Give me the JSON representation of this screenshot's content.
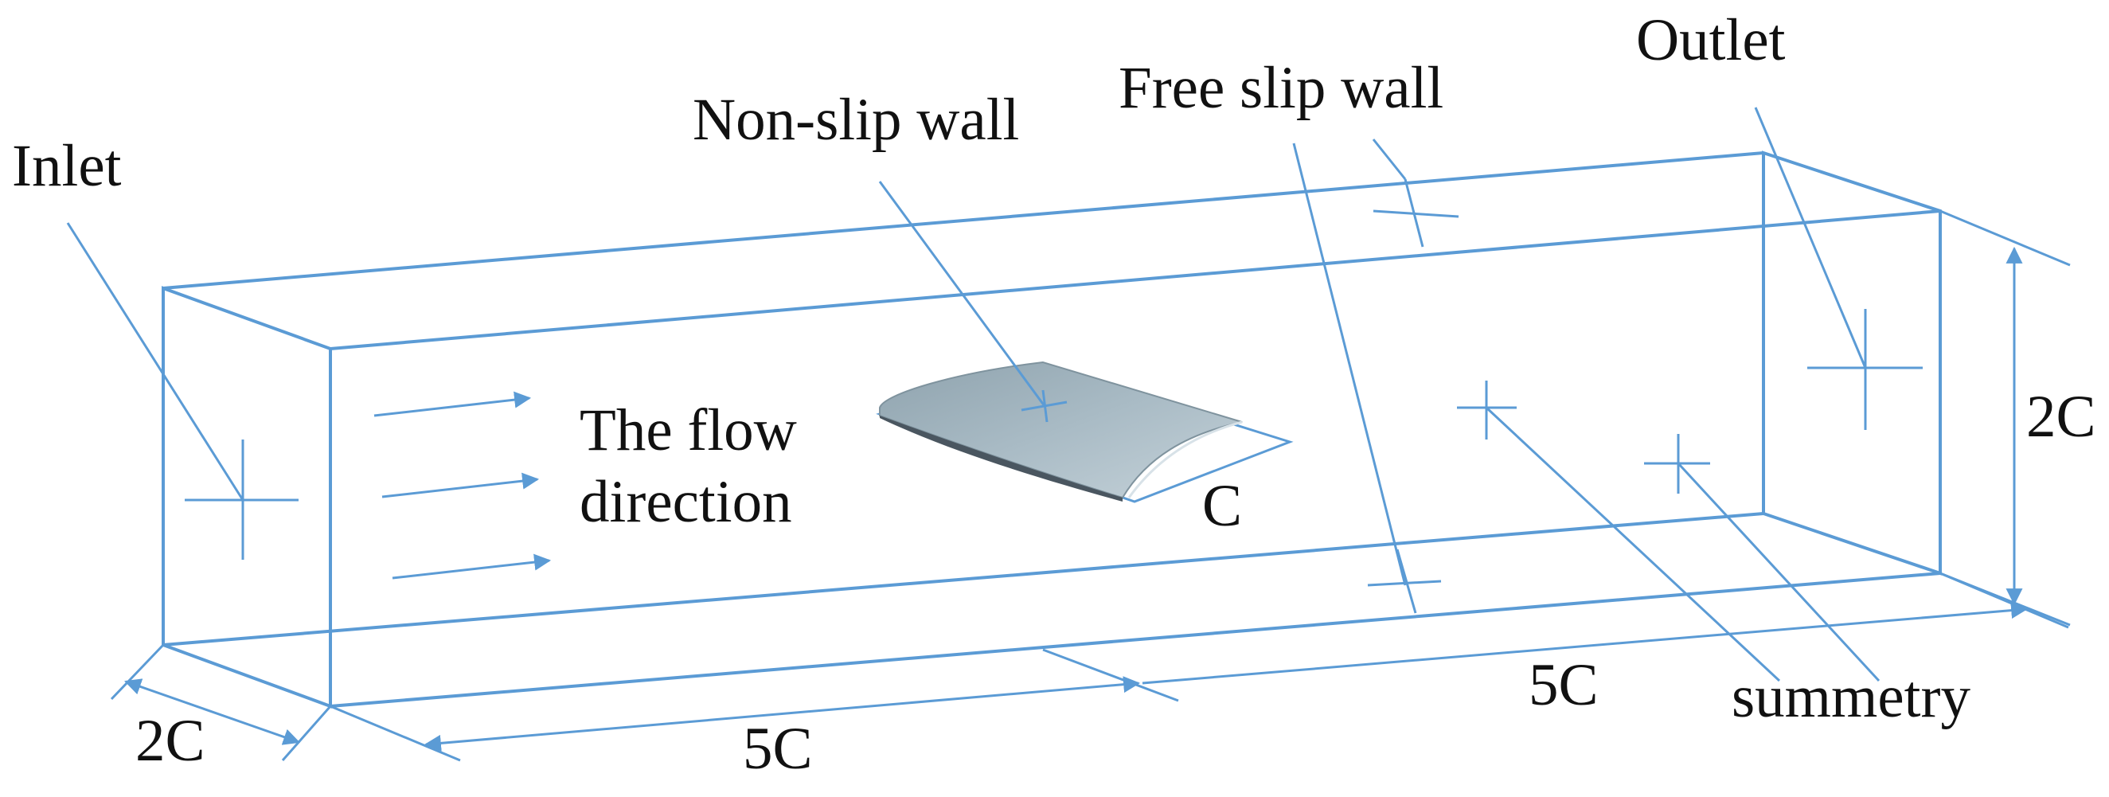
{
  "labels": {
    "inlet": "Inlet",
    "outlet": "Outlet",
    "non_slip_wall": "Non-slip wall",
    "free_slip_wall": "Free slip wall",
    "flow_direction_line1": "The flow",
    "flow_direction_line2": "direction",
    "chord": "C",
    "height": "2C",
    "depth": "2C",
    "length_front": "5C",
    "length_back": "5C",
    "symmetry": "summetry"
  },
  "colors": {
    "line": "#5b9bd5",
    "airfoil": "#9fb2bd",
    "airfoil_dark": "#4a5660",
    "text": "#111111"
  }
}
